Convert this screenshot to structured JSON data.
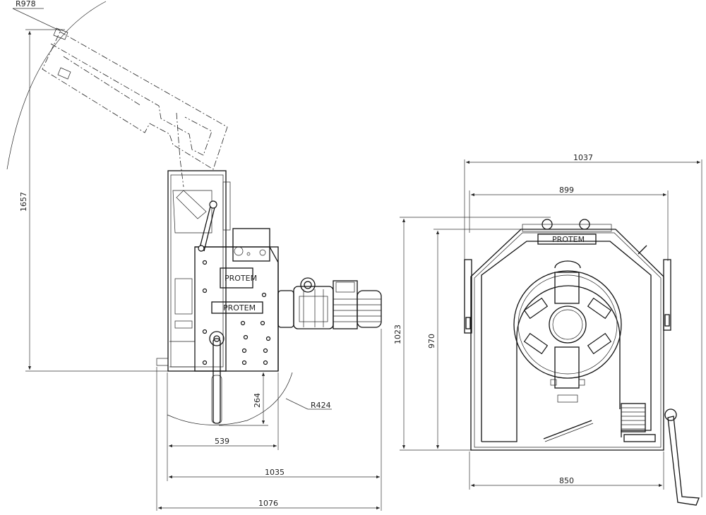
{
  "drawing": {
    "side_view": {
      "radius_top_label": "R978",
      "height_label": "1657",
      "radius_bottom_label": "R424",
      "offset_label": "264",
      "width_label": "539",
      "depth_label": "1035",
      "overall_depth_label": "1076"
    },
    "front_view": {
      "overall_width_label": "1037",
      "frame_width_label": "899",
      "overall_height_label": "1023",
      "body_height_label": "970",
      "base_width_label": "850"
    },
    "brand_plate_text": "PROTEM"
  }
}
